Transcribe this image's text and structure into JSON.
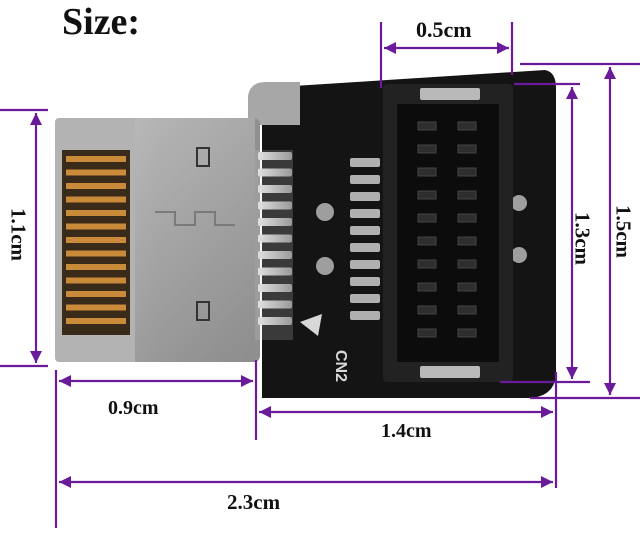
{
  "title": "Size:",
  "dimensions": {
    "top_width": "0.5cm",
    "left_height": "1.1cm",
    "plug_width": "0.9cm",
    "board_width": "1.4cm",
    "total_width": "2.3cm",
    "inner_height": "1.3cm",
    "total_height": "1.5cm"
  },
  "board_label": "CN2",
  "colors": {
    "dimension_line": "#6a1b9a",
    "pcb": "#141414",
    "metal": "#a9a9a9",
    "gold_pin": "#c98a3a",
    "connector_housing": "#1c1c1c"
  }
}
